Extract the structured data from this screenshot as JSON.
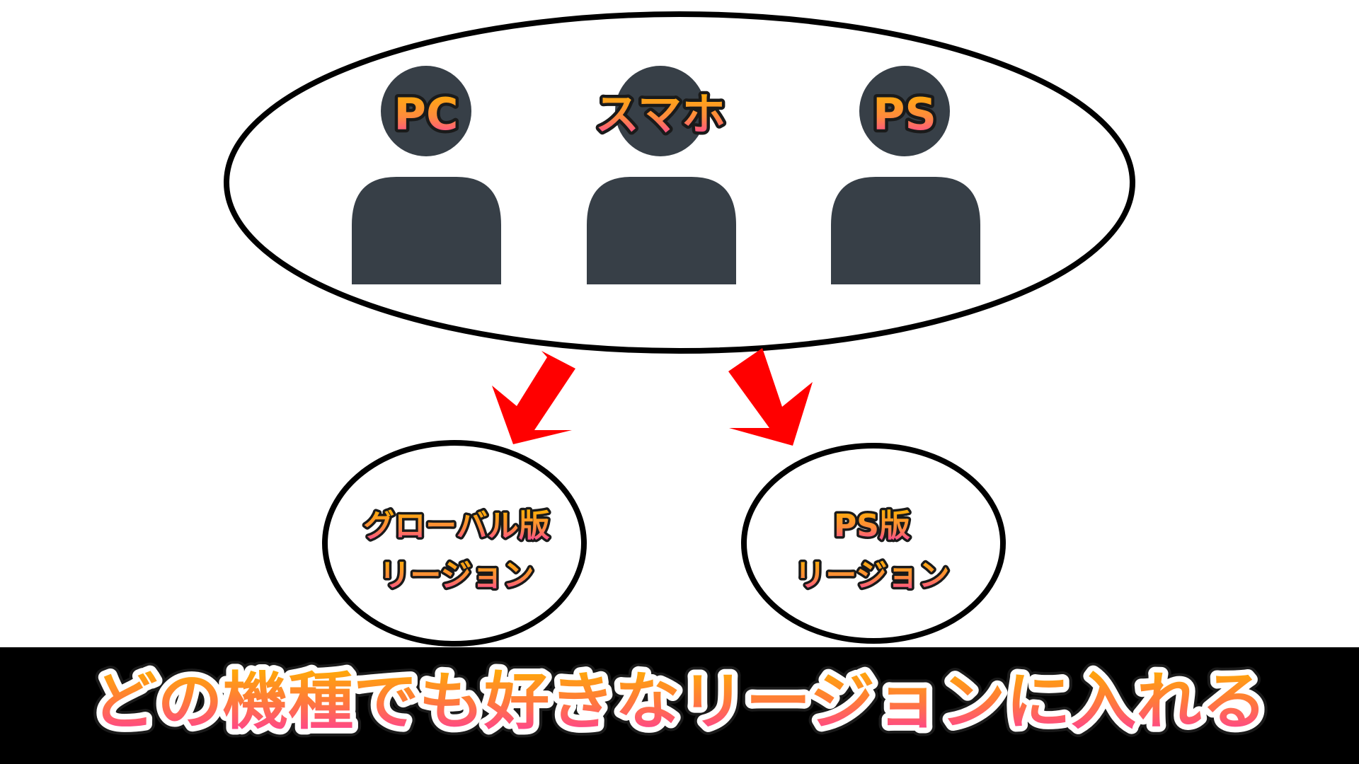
{
  "users": [
    {
      "label": "PC"
    },
    {
      "label": "スマホ"
    },
    {
      "label": "PS"
    }
  ],
  "regions": [
    {
      "line1": "グローバル版",
      "line2": "リージョン"
    },
    {
      "line1": "PS版",
      "line2": "リージョン"
    }
  ],
  "banner": {
    "text": "どの機種でも好きなリージョンに入れる"
  },
  "colors": {
    "person": "#373f47",
    "arrow": "#ff0000",
    "outline": "#000000",
    "banner_bg": "#000000",
    "label_top": "#ffa800",
    "label_bottom": "#ff3aa8"
  }
}
